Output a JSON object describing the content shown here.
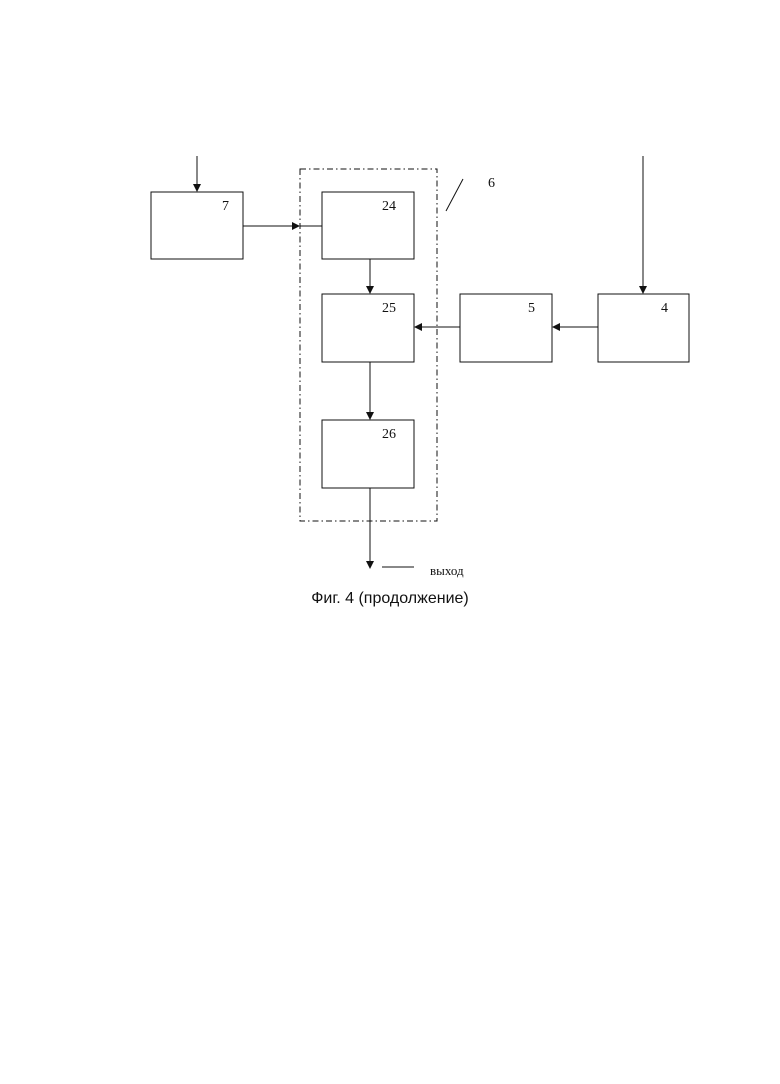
{
  "diagram": {
    "blocks": {
      "b7": "7",
      "b24": "24",
      "b25": "25",
      "b26": "26",
      "b5": "5",
      "b4": "4"
    },
    "group_label": "6",
    "output_label": "выход"
  },
  "caption": "Фиг. 4 (продолжение)"
}
